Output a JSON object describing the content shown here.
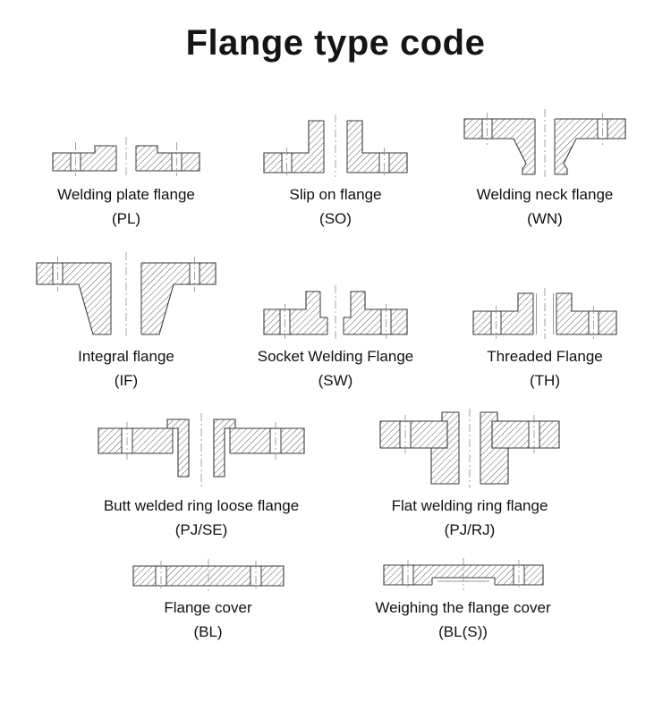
{
  "title": "Flange type code",
  "flanges": [
    {
      "name": "Welding plate flange",
      "code": "(PL)"
    },
    {
      "name": "Slip on flange",
      "code": "(SO)"
    },
    {
      "name": "Welding neck flange",
      "code": "(WN)"
    },
    {
      "name": "Integral flange",
      "code": "(IF)"
    },
    {
      "name": "Socket Welding Flange",
      "code": "(SW)"
    },
    {
      "name": "Threaded Flange",
      "code": "(TH)"
    },
    {
      "name": "Butt welded ring loose flange",
      "code": "(PJ/SE)"
    },
    {
      "name": "Flat welding ring flange",
      "code": "(PJ/RJ)"
    },
    {
      "name": "Flange cover",
      "code": "(BL)"
    },
    {
      "name": "Weighing the flange cover",
      "code": "(BL(S))"
    }
  ],
  "colors": {
    "background": "#ffffff",
    "line": "#3a3a3a",
    "text": "#111111"
  }
}
